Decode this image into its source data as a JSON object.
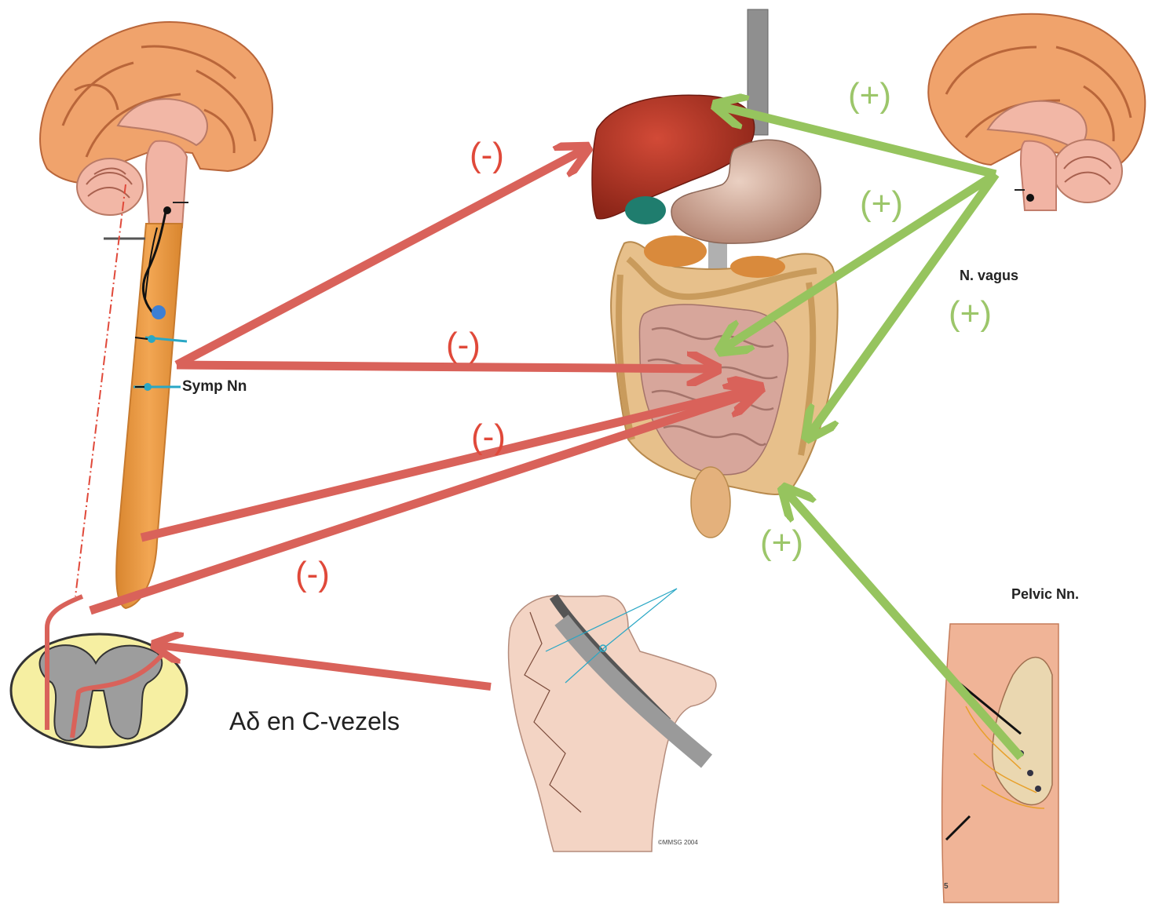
{
  "labels": {
    "symp_nn": "Symp Nn",
    "n_vagus": "N. vagus",
    "pelvic_nn": "Pelvic Nn.",
    "afferent_fibers": "Aδ en C-vezels",
    "inhibitory_sign": "(-)",
    "excitatory_sign": "(+)",
    "hand_copyright": "©MMSG 2004",
    "pelvis_plate_number": "5"
  },
  "colors": {
    "sympathetic_arrow": "#d9625a",
    "parasympathetic_arrow": "#96c45e",
    "spinal_cord": "#e99a4a",
    "brain": "#f0a36c",
    "liver": "#b9392b",
    "stomach": "#d8b3a3",
    "intestine": "#e7c08b",
    "small_intestine": "#d7a69b",
    "cord_section_bg": "#f6efa2",
    "grey_matter": "#9d9d9d",
    "skin": "#f3d4c4"
  },
  "icons": {
    "left_brain": "brain-sagittal-icon",
    "right_brain": "brain-sagittal-icon",
    "digestive": "digestive-organs-icon",
    "hand": "hand-injury-icon",
    "pelvis": "pelvis-nerves-icon",
    "cord_cross_section": "spinal-cord-cross-section-icon"
  }
}
